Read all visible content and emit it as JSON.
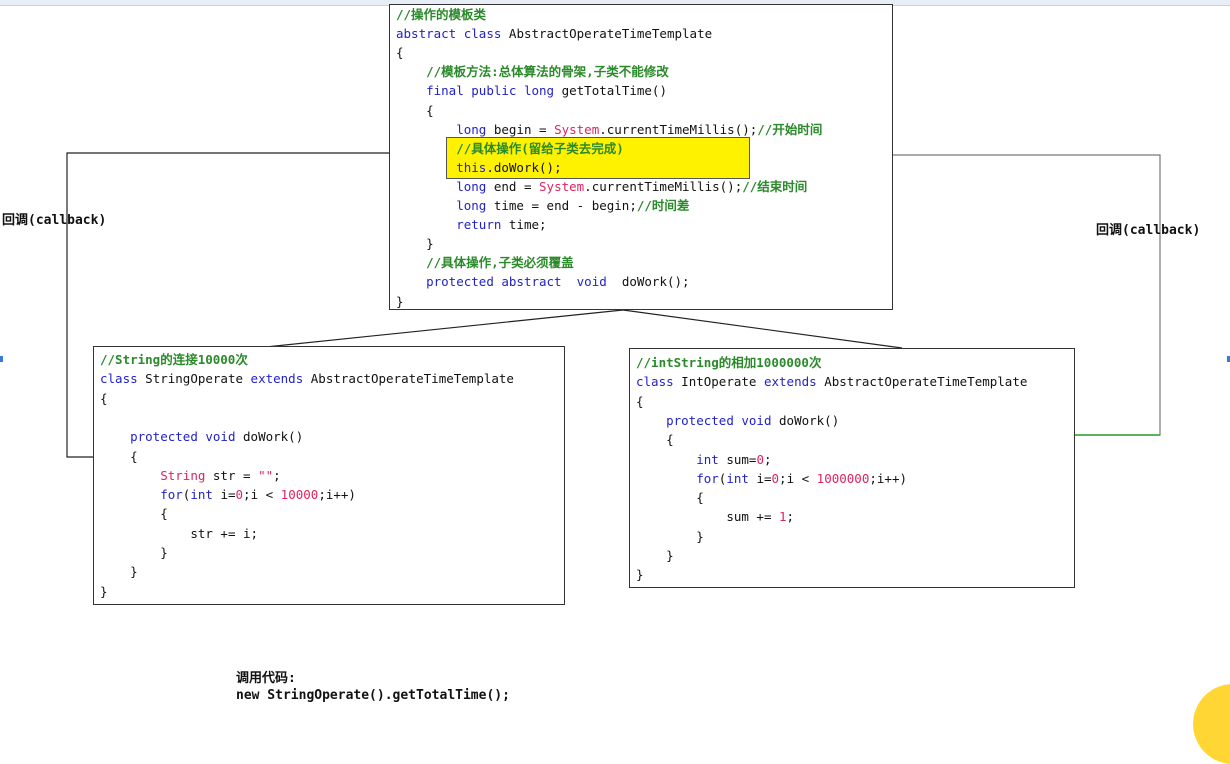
{
  "callback_label_left": "回调(callback)",
  "callback_label_right": "回调(callback)",
  "template_class": {
    "lines": [
      "//操作的模板类",
      "abstract class AbstractOperateTimeTemplate",
      "{",
      "    //模板方法:总体算法的骨架,子类不能修改",
      "    final public long getTotalTime()",
      "    {",
      "        long begin = System.currentTimeMillis();//开始时间",
      "        //具体操作(留给子类去完成)",
      "        this.doWork();",
      "        long end = System.currentTimeMillis();//结束时间",
      "        long time = end - begin;//时间差",
      "        return time;",
      "    }",
      "    //具体操作,子类必须覆盖",
      "    protected abstract  void  doWork();",
      "}"
    ]
  },
  "string_operate_class": {
    "lines": [
      "//String的连接10000次",
      "class StringOperate extends AbstractOperateTimeTemplate",
      "{",
      "",
      "    protected void doWork()",
      "    {",
      "        String str = \"\";",
      "        for(int i=0;i < 10000;i++)",
      "        {",
      "            str += i;",
      "        }",
      "    }",
      "}"
    ]
  },
  "int_operate_class": {
    "lines": [
      "//intString的相加1000000次",
      "class IntOperate extends AbstractOperateTimeTemplate",
      "{",
      "    protected void doWork()",
      "    {",
      "        int sum=0;",
      "        for(int i=0;i < 1000000;i++)",
      "        {",
      "            sum += 1;",
      "        }",
      "    }",
      "}"
    ]
  },
  "call_code": {
    "title": "调用代码:",
    "code": "new StringOperate().getTotalTime();"
  },
  "colors": {
    "keyword": "#2222c8",
    "comment": "#2b8a2b",
    "literal": "#e0245e",
    "highlight": "#fff200",
    "arrow_left": "#222222",
    "arrow_right": "#2ea82e"
  }
}
